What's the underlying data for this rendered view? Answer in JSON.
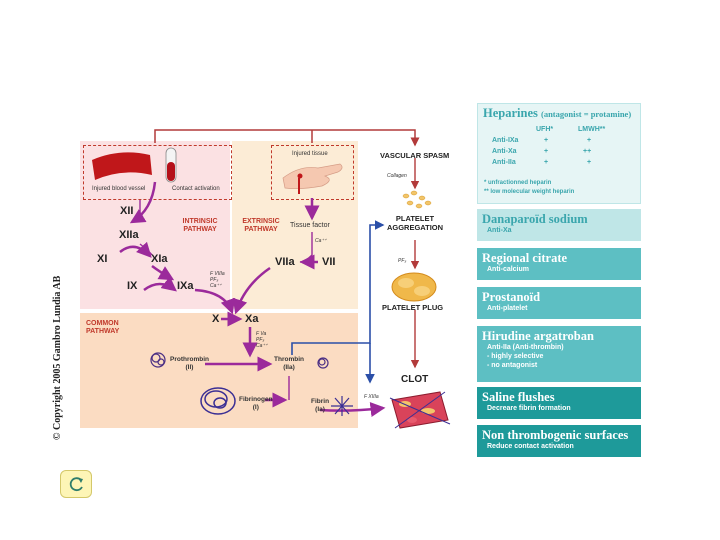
{
  "copyright": "© Copyright 2005 Gambro Lundia AB",
  "diagram": {
    "injured_blood_vessel": "Injured blood vessel",
    "contact_activation": "Contact activation",
    "injured_tissue": "Injured tissue",
    "intrinsic_pathway": "INTRINSIC PATHWAY",
    "extrinsic_pathway": "EXTRINSIC PATHWAY",
    "common_pathway": "COMMON PATHWAY",
    "xii": "XII",
    "xiia": "XIIa",
    "xi": "XI",
    "xia": "XIa",
    "ix": "IX",
    "ixa": "IXa",
    "x": "X",
    "xa": "Xa",
    "vii": "VII",
    "viia": "VIIa",
    "tissue_factor": "Tissue factor",
    "ca": "Ca⁺⁺",
    "f_viiia_1": "F VIIIa",
    "f_viiia_2": "PF₃",
    "f_viiia_3": "Ca⁺⁺",
    "f_va_1": "F Va",
    "f_va_2": "PF₃",
    "f_va_3": "Ca⁺⁺",
    "prothrombin": "Prothrombin",
    "prothrombin_num": "(II)",
    "thrombin": "Thrombin",
    "thrombin_num": "(IIa)",
    "fibrinogen": "Fibrinogen",
    "fibrinogen_num": "(I)",
    "fibrin": "Fibrin",
    "fibrin_num": "(Ia)",
    "f_xiiia": "F XIIIa",
    "vascular_spasm": "VASCULAR SPASM",
    "collagen": "Collagen",
    "platelet_aggregation_1": "PLATELET",
    "platelet_aggregation_2": "AGGREGATION",
    "pf3": "PF₃",
    "platelet_plug": "PLATELET PLUG",
    "clot": "CLOT"
  },
  "legend": {
    "heparines": {
      "title": "Heparines",
      "note": "(antagonist = protamine)",
      "col1": "UFH*",
      "col2": "LMWH**",
      "rows": [
        {
          "label": "Anti-IXa",
          "ufh": "+",
          "lmwh": "+"
        },
        {
          "label": "Anti-Xa",
          "ufh": "+",
          "lmwh": "++"
        },
        {
          "label": "Anti-IIa",
          "ufh": "+",
          "lmwh": "+"
        }
      ],
      "foot1": "*   unfractionned heparin",
      "foot2": "** low molecular weight heparin"
    },
    "boxes": [
      {
        "title": "Danaparoïd sodium",
        "lines": [
          "Anti-Xa"
        ]
      },
      {
        "title": "Regional citrate",
        "lines": [
          "Anti-calcium"
        ]
      },
      {
        "title": "Prostanoïd",
        "lines": [
          "Anti-platelet"
        ]
      },
      {
        "title": "Hirudine argatroban",
        "lines": [
          "Anti-IIa (Anti-thrombin)",
          "- highly selective",
          "- no antagonist"
        ]
      },
      {
        "title": "Saline flushes",
        "lines": [
          "Decreare fibrin formation"
        ]
      },
      {
        "title": "Non thrombogenic surfaces",
        "lines": [
          "Reduce contact activation"
        ]
      }
    ]
  }
}
